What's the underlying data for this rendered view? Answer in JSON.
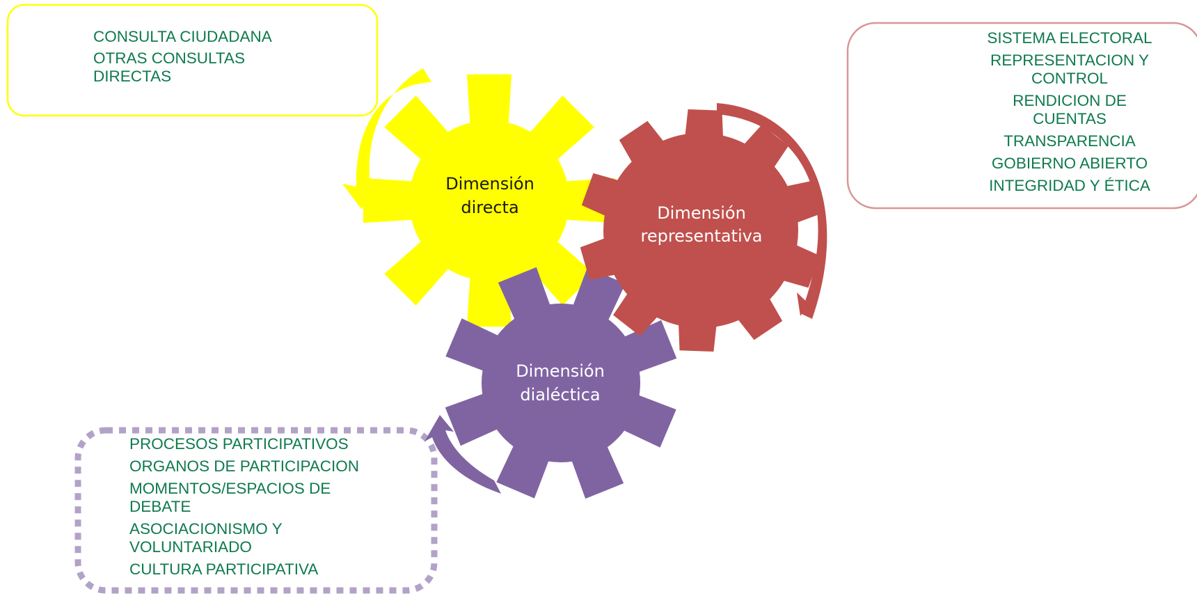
{
  "gears": {
    "direct": {
      "line1": "Dimensión",
      "line2": "directa",
      "color": "#ffff00",
      "text_color": "#1a1a1a"
    },
    "representative": {
      "line1": "Dimensión",
      "line2": "representativa",
      "color": "#c0504d",
      "text_color": "#ffffff"
    },
    "dialectic": {
      "line1": "Dimensión",
      "line2": "dialéctica",
      "color": "#8064a2",
      "text_color": "#ffffff"
    }
  },
  "boxes": {
    "direct": {
      "border_color": "#ffff00",
      "items": [
        "CONSULTA CIUDADANA",
        "OTRAS CONSULTAS DIRECTAS"
      ]
    },
    "representative": {
      "border_color": "#d99694",
      "items": [
        "SISTEMA ELECTORAL",
        "REPRESENTACION Y CONTROL",
        "RENDICION DE CUENTAS",
        "TRANSPARENCIA",
        "GOBIERNO ABIERTO",
        "INTEGRIDAD Y ÉTICA"
      ]
    },
    "dialectic": {
      "border_color": "#b3a2c7",
      "items": [
        "PROCESOS PARTICIPATIVOS",
        "ORGANOS DE PARTICIPACION",
        "MOMENTOS/ESPACIOS DE DEBATE",
        "ASOCIACIONISMO Y VOLUNTARIADO",
        "CULTURA PARTICIPATIVA"
      ]
    }
  },
  "text_color": "#0f7a4e"
}
